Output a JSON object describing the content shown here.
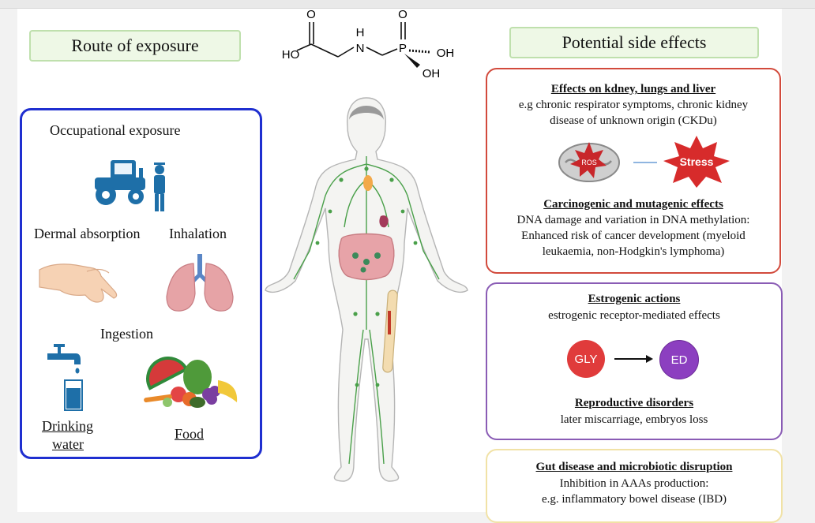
{
  "left": {
    "title": "Route of exposure",
    "occupational": "Occupational exposure",
    "dermal": "Dermal absorption",
    "inhalation": "Inhalation",
    "ingestion": "Ingestion",
    "drinking_1": "Drinking",
    "drinking_2": "water",
    "food": "Food"
  },
  "molecule": {
    "o1": "O",
    "o2": "O",
    "h": "H",
    "n": "N",
    "p": "P",
    "ho": "HO",
    "oh1": "OH",
    "oh2": "OH"
  },
  "right": {
    "title": "Potential side effects",
    "kidney": {
      "heading": "Effects on kdney, lungs and liver",
      "line1": "e.g chronic respirator symptoms, chronic kidney",
      "line2": "disease of unknown origin (CKDu)",
      "ros": "ROS",
      "stress": "Stress"
    },
    "carcino": {
      "heading": "Carcinogenic and mutagenic effects",
      "line1": "DNA damage and variation in DNA methylation:",
      "line2": "Enhanced risk of cancer development (myeloid",
      "line3": "leukaemia, non-Hodgkin's lymphoma)"
    },
    "estro": {
      "heading": "Estrogenic actions",
      "line1": "estrogenic receptor-mediated effects",
      "gly": "GLY",
      "ed": "ED"
    },
    "repro": {
      "heading": "Reproductive disorders",
      "line1": "later miscarriage, embryos loss"
    },
    "gut": {
      "heading": "Gut disease and microbiotic disruption",
      "line1": "Inhibition in AAAs production:",
      "line2": "e.g.  inflammatory bowel disease (IBD)"
    }
  },
  "colors": {
    "pill_fill": "#eef8e6",
    "left_box_border": "#1f2fd0",
    "red_box_border": "#d24a3c",
    "purple_box_border": "#8a5cb5",
    "yellow_box_border": "#f1e2a6",
    "gly": "#e03b3b",
    "ed": "#8c3fc0",
    "stress": "#d72b2b"
  }
}
